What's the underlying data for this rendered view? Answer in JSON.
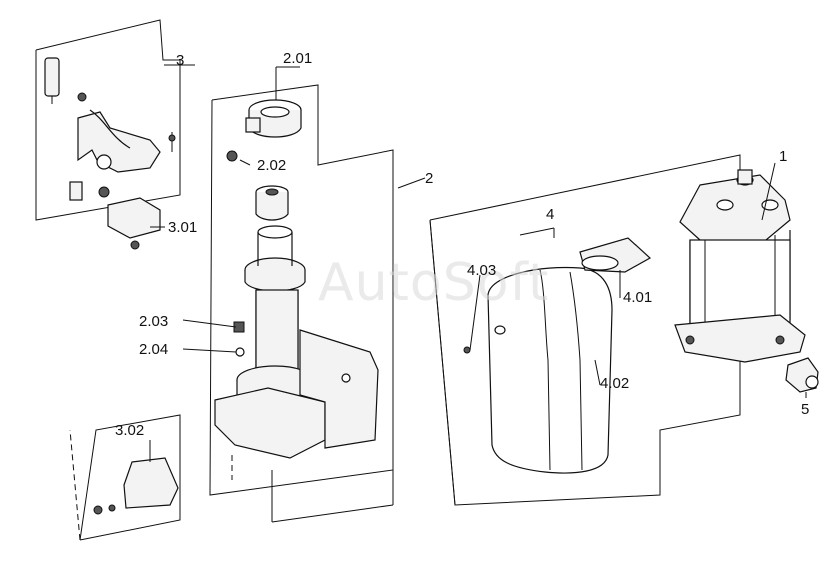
{
  "watermark": "AutoSoft",
  "labels": {
    "l1": "1",
    "l2": "2",
    "l2_01": "2.01",
    "l2_02": "2.02",
    "l2_03": "2.03",
    "l2_04": "2.04",
    "l3": "3",
    "l3_01": "3.01",
    "l3_02": "3.02",
    "l4": "4",
    "l4_01": "4.01",
    "l4_02": "4.02",
    "l4_03": "4.03",
    "l5": "5"
  }
}
